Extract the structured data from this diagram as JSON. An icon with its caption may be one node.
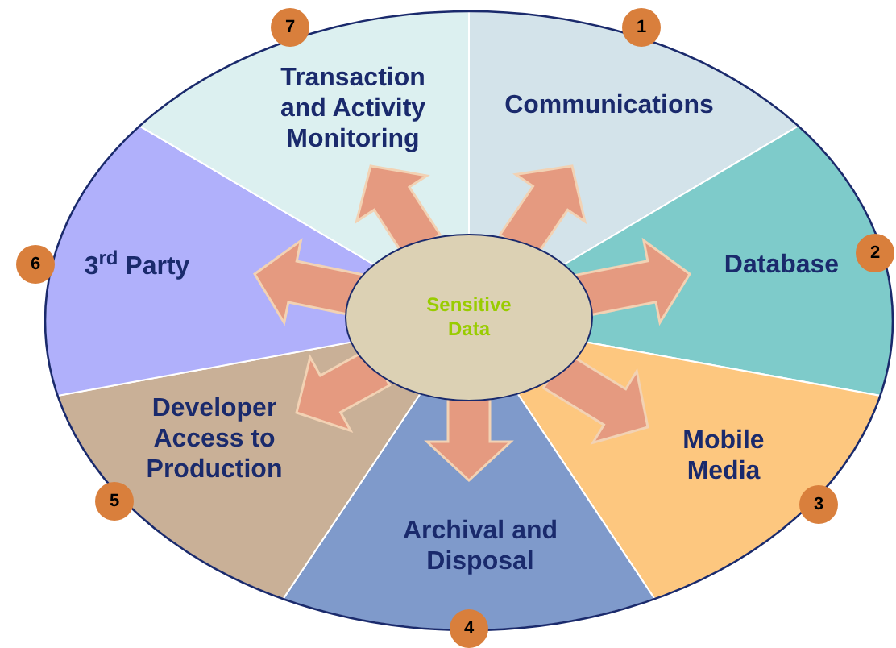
{
  "diagram": {
    "nodes": [
      {
        "text": [
          "Communications"
        ]
      },
      {
        "text": [
          "Database"
        ]
      },
      {
        "text": [
          "Mobile Media"
        ]
      },
      {
        "text": [
          "Archival and Disposal"
        ]
      },
      {
        "text": [
          "Developer Access to Production"
        ]
      },
      {
        "text": [
          "3$^{rd}$ Party"
        ]
      },
      {
        "text": [
          "Transaction and Activity Monitoring"
        ]
      },
      {
        "text": [
          "Sensitive Data"
        ]
      },
      {
        "text": [
          "1"
        ]
      },
      {
        "text": [
          "2"
        ]
      },
      {
        "text": [
          "3"
        ]
      },
      {
        "text": [
          "4"
        ]
      },
      {
        "text": [
          "5"
        ]
      },
      {
        "text": [
          "6"
        ]
      },
      {
        "text": [
          "7"
        ]
      }
    ],
    "edges": [
      {
        "from": 7,
        "to": 0,
        "arrow": "to"
      },
      {
        "from": 7,
        "to": 1,
        "arrow": "to"
      },
      {
        "from": 7,
        "to": 2,
        "arrow": "to"
      },
      {
        "from": 7,
        "to": 3,
        "arrow": "to"
      },
      {
        "from": 7,
        "to": 4,
        "arrow": "to"
      },
      {
        "from": 7,
        "to": 5,
        "arrow": "to"
      },
      {
        "from": 7,
        "to": 6,
        "arrow": "to"
      }
    ]
  }
}
